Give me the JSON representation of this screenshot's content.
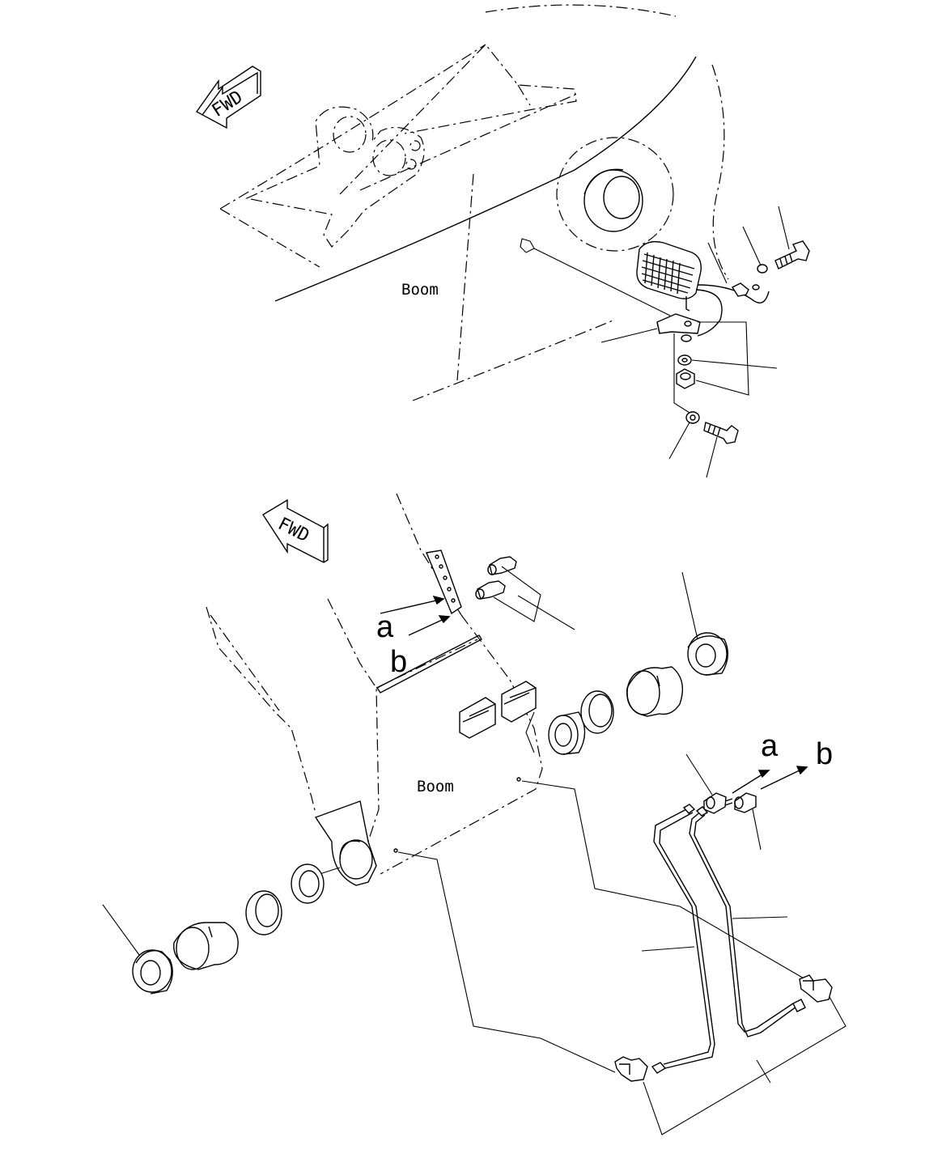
{
  "labels": {
    "boom_top": "Boom",
    "boom_bottom": "Boom",
    "fwd_top": "FWD",
    "fwd_bottom": "FWD",
    "port_a_in": "a",
    "port_b_in": "b",
    "port_a_out": "a",
    "port_b_out": "b"
  }
}
